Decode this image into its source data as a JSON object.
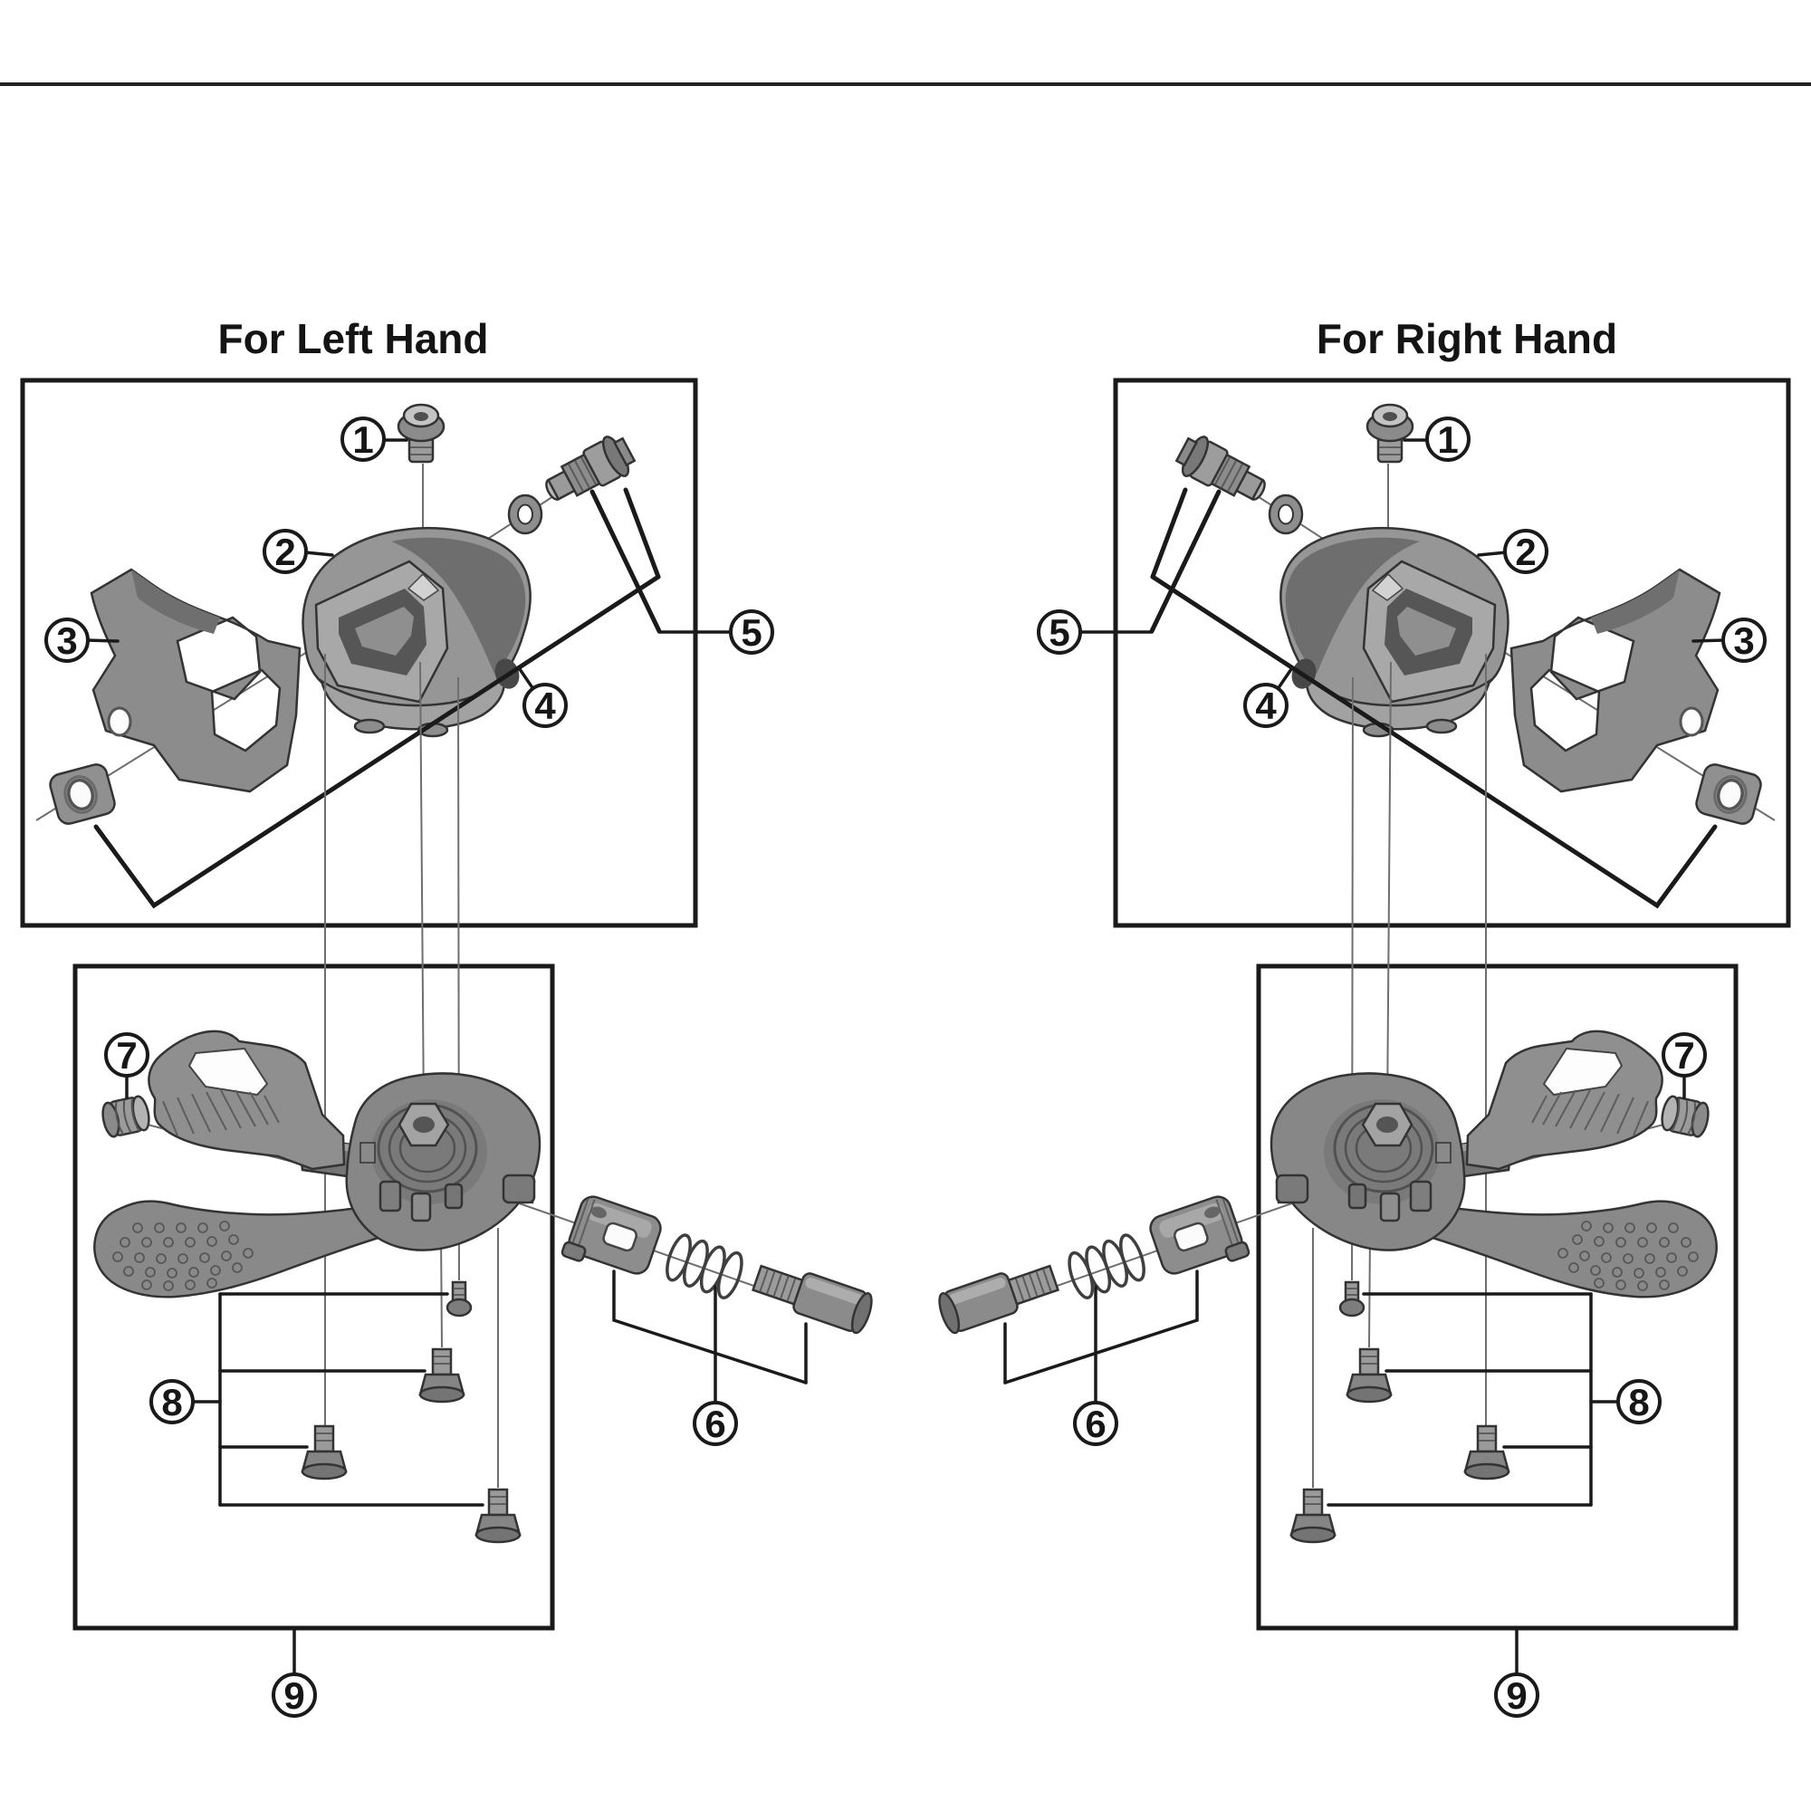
{
  "figure": {
    "kind": "exploded-parts-diagram",
    "sections": {
      "left": {
        "title": "For Left Hand",
        "callout_labels": [
          "1",
          "2",
          "3",
          "4",
          "5",
          "6",
          "7",
          "8",
          "9"
        ]
      },
      "right": {
        "title": "For Right Hand",
        "callout_labels": [
          "1",
          "2",
          "3",
          "4",
          "5",
          "6",
          "7",
          "8",
          "9"
        ]
      }
    }
  }
}
